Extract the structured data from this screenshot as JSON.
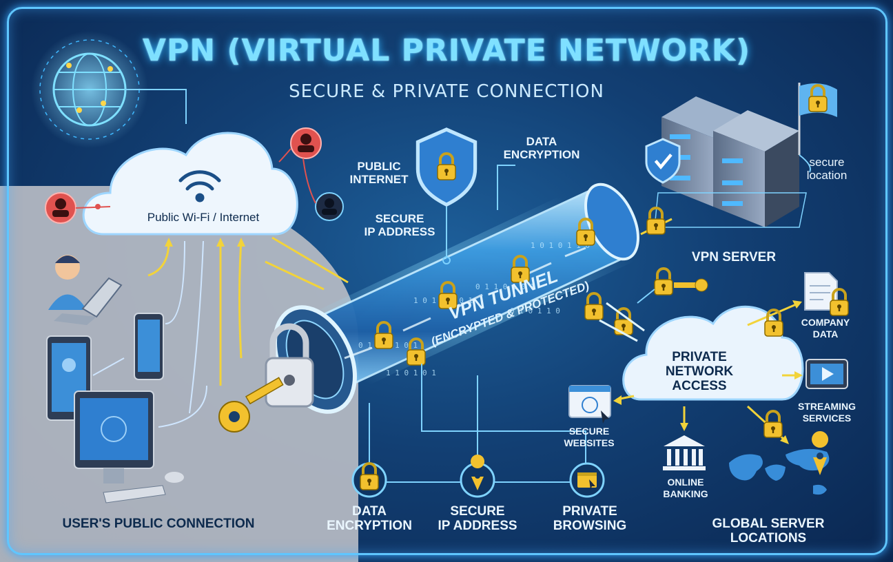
{
  "title": "VPN (VIRTUAL PRIVATE NETWORK)",
  "subtitle": "SECURE & PRIVATE CONNECTION",
  "labels": {
    "wifi_cloud": "Public Wi-Fi / Internet",
    "public_internet_1": "PUBLIC",
    "public_internet_2": "INTERNET",
    "data_encryption_top_1": "DATA",
    "data_encryption_top_2": "ENCRYPTION",
    "secure_ip_top_1": "SECURE",
    "secure_ip_top_2": "IP ADDRESS",
    "secure_location_1": "secure",
    "secure_location_2": "location",
    "vpn_server": "VPN SERVER",
    "tunnel_1": "VPN TUNNEL",
    "tunnel_2": "(ENCRYPTED & PROTECTED)",
    "private_network_1": "PRIVATE",
    "private_network_2": "NETWORK",
    "private_network_3": "ACCESS",
    "company_data_1": "COMPANY",
    "company_data_2": "DATA",
    "streaming_1": "STREAMING",
    "streaming_2": "SERVICES",
    "secure_websites_1": "SECURE",
    "secure_websites_2": "WEBSITES",
    "online_banking_1": "ONLINE",
    "online_banking_2": "BANKING",
    "user_connection": "USER'S PUBLIC CONNECTION",
    "bottom_encryption_1": "DATA",
    "bottom_encryption_2": "ENCRYPTION",
    "bottom_ip_1": "SECURE",
    "bottom_ip_2": "IP ADDRESS",
    "bottom_browsing_1": "PRIVATE",
    "bottom_browsing_2": "BROWSING",
    "global_locations": "GLOBAL SERVER LOCATIONS"
  },
  "colors": {
    "accent": "#5fc6ff",
    "title": "#7fe0ff",
    "lock": "#f2c12e",
    "hacker": "#e0524f",
    "arrow": "#f2d33a"
  },
  "icons": [
    "globe-icon",
    "wifi-icon",
    "hacker-icon",
    "lock-icon",
    "shield-icon",
    "key-icon",
    "server-icon",
    "flag-icon",
    "document-icon",
    "play-icon",
    "bank-icon",
    "world-map-icon",
    "location-pin-icon",
    "browser-icon",
    "laptop-icon",
    "phone-icon",
    "tablet-icon",
    "desktop-icon"
  ]
}
